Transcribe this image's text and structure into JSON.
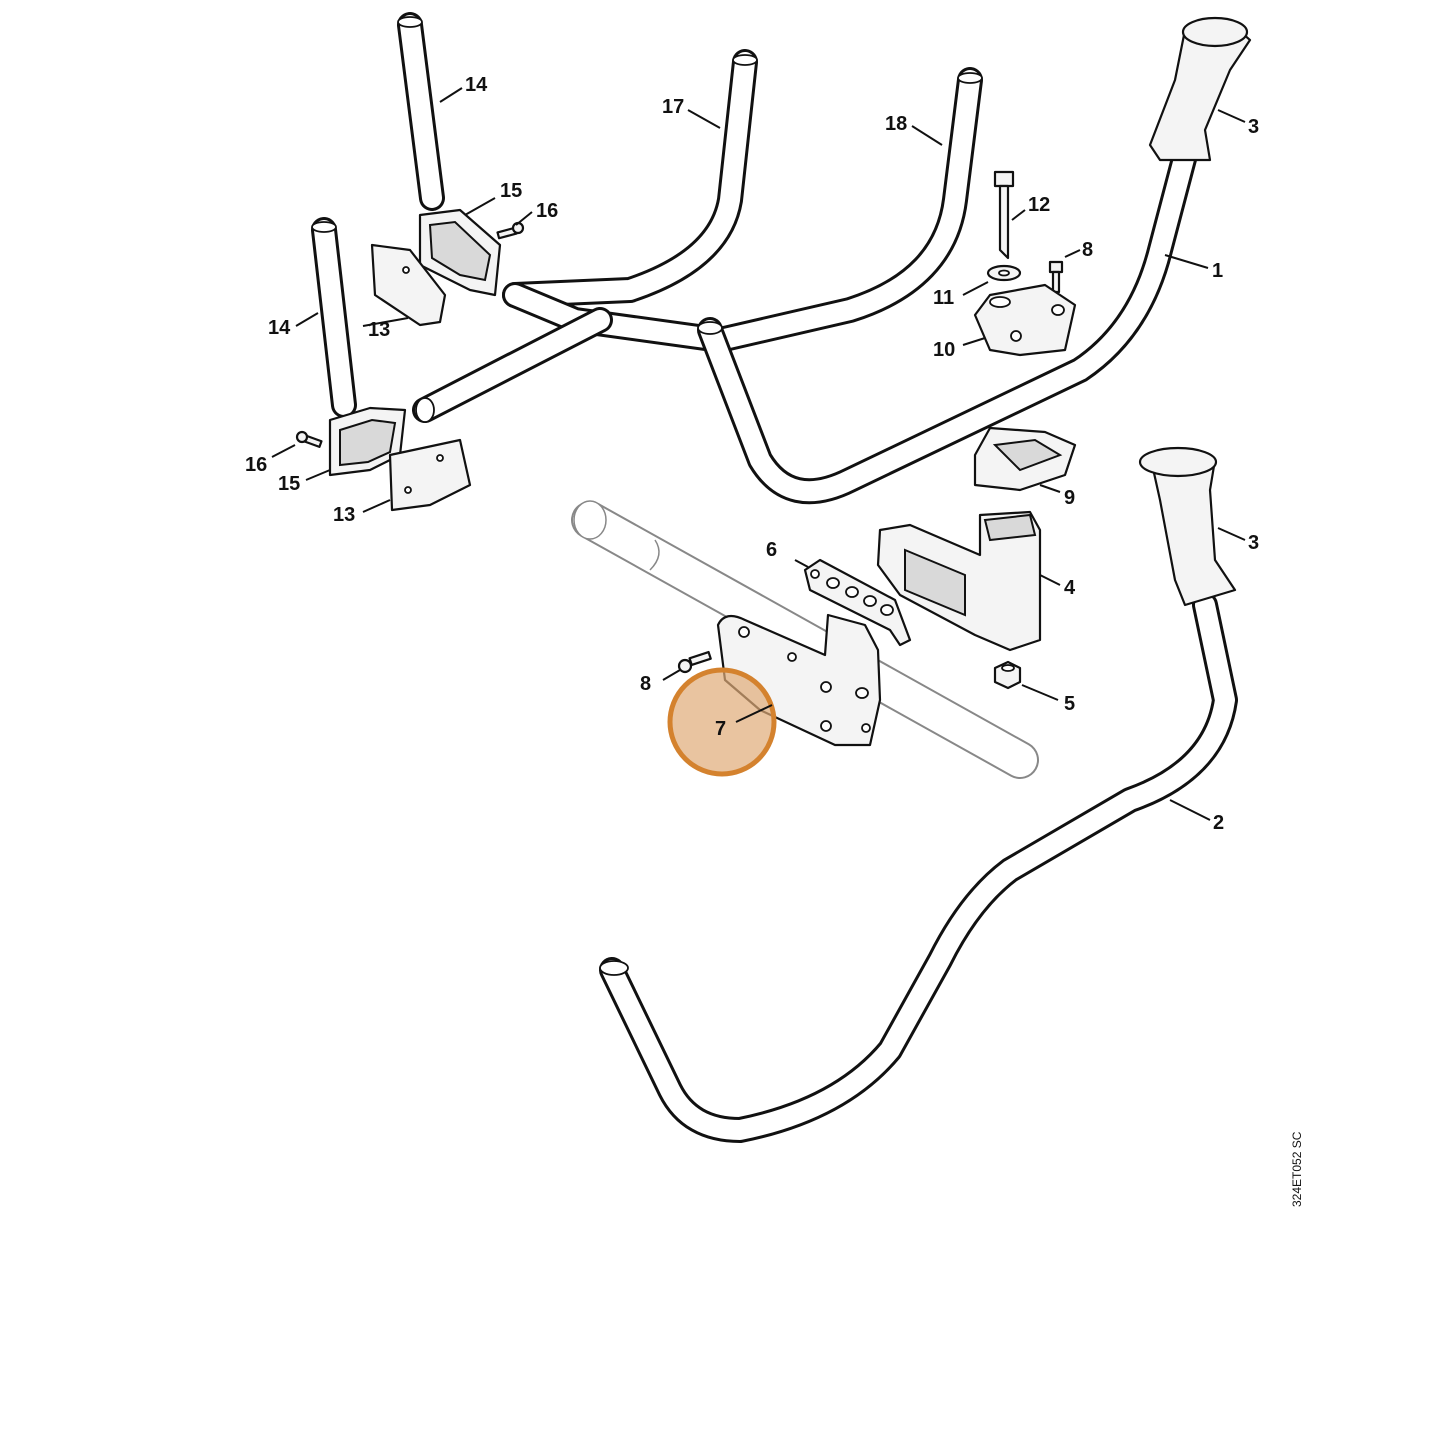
{
  "diagram": {
    "reference_code": "324ET052 SC",
    "highlight_color": "#d4822e",
    "highlighted_part": "7",
    "callouts": {
      "c1": "1",
      "c2": "2",
      "c3a": "3",
      "c3b": "3",
      "c4": "4",
      "c5": "5",
      "c6": "6",
      "c7": "7",
      "c8a": "8",
      "c8b": "8",
      "c9": "9",
      "c10": "10",
      "c11": "11",
      "c12": "12",
      "c13a": "13",
      "c13b": "13",
      "c14a": "14",
      "c14b": "14",
      "c15a": "15",
      "c15b": "15",
      "c16a": "16",
      "c16b": "16",
      "c17": "17",
      "c18": "18"
    }
  }
}
